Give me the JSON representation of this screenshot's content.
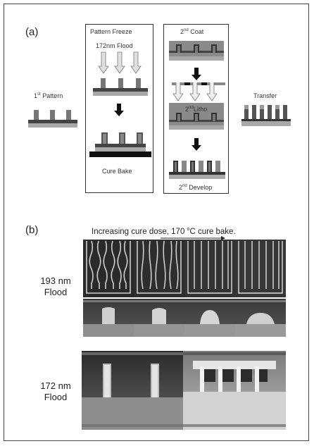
{
  "panel_a": {
    "label": "(a)",
    "first_pattern": {
      "sup": "st",
      "prefix": "1",
      "text": " Pattern"
    },
    "pattern_freeze": {
      "title": "Pattern Freeze",
      "flood": "172nm Flood",
      "cure": "Cure Bake"
    },
    "second": {
      "coat_prefix": "2",
      "coat_sup": "nd",
      "coat_text": " Coat",
      "litho_prefix": "2",
      "litho_sup": "nd",
      "litho_text": "Litho",
      "develop_prefix": "2",
      "develop_sup": "nd",
      "develop_text": " Develop"
    },
    "transfer": "Transfer"
  },
  "panel_b": {
    "label": "(b)",
    "header_prefix": "Increasing cure dose, 170 ",
    "header_sup": "o",
    "header_suffix": "C cure bake.",
    "row1_label_line1": "193 nm",
    "row1_label_line2": "Flood",
    "row2_label_line1": "172 nm",
    "row2_label_line2": "Flood"
  }
}
